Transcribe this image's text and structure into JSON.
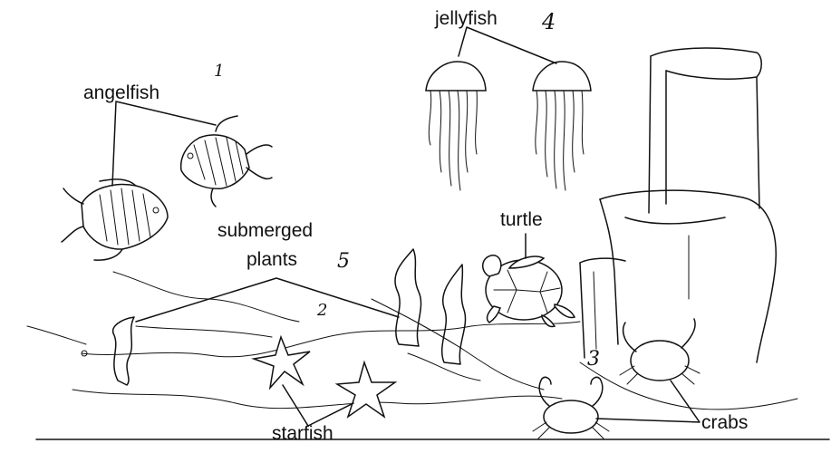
{
  "labels": {
    "angelfish": "angelfish",
    "jellyfish": "jellyfish",
    "turtle": "turtle",
    "submerged": "submerged",
    "plants": "plants",
    "starfish": "starfish",
    "crabs": "crabs"
  },
  "numbers": {
    "n1": "1",
    "n2": "2",
    "n3": "3",
    "n4": "4",
    "n5": "5"
  },
  "icons": [
    "angelfish-icon",
    "jellyfish-icon",
    "sea-turtle-icon",
    "seaweed-icon",
    "starfish-icon",
    "crab-icon",
    "rock-icon"
  ]
}
